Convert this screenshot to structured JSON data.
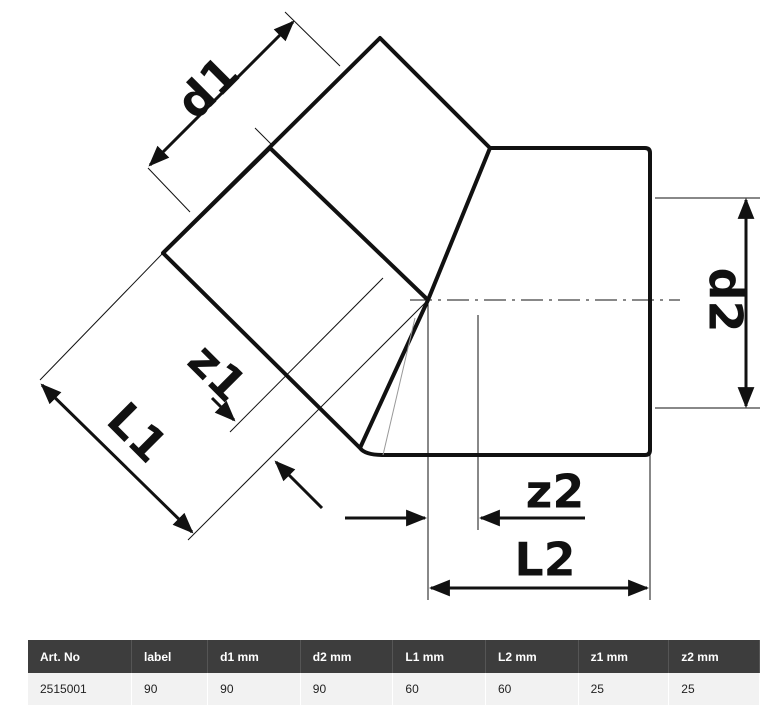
{
  "diagram": {
    "labels": {
      "d1": "d1",
      "d2": "d2",
      "L1": "L1",
      "L2": "L2",
      "z1": "z1",
      "z2": "z2"
    },
    "colors": {
      "line": "#111111",
      "header_bg": "#3d3d3d",
      "row_bg": "#f2f2f2"
    }
  },
  "table": {
    "headers": [
      "Art. No",
      "label",
      "d1 mm",
      "d2 mm",
      "L1 mm",
      "L2 mm",
      "z1 mm",
      "z2 mm"
    ],
    "rows": [
      [
        "2515001",
        "90",
        "90",
        "90",
        "60",
        "60",
        "25",
        "25"
      ]
    ]
  }
}
